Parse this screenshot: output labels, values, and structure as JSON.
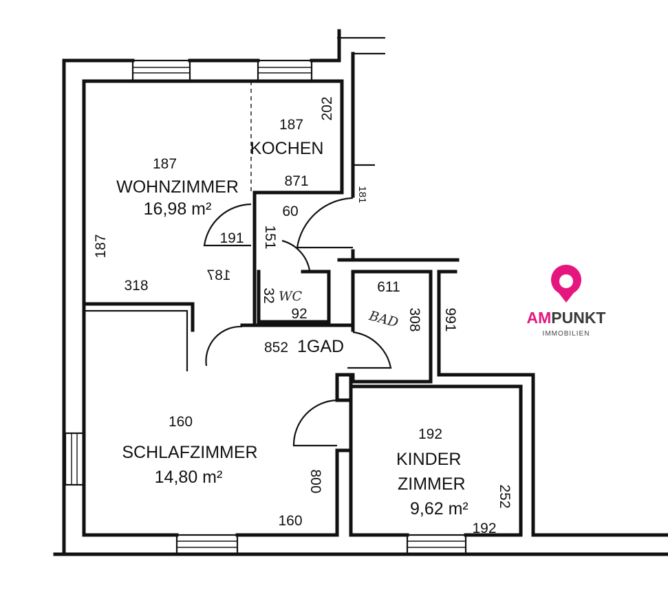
{
  "rooms": {
    "wohnzimmer": {
      "name": "WOHNZIMMER",
      "area": "16,98 m²",
      "height": "187"
    },
    "kochen": {
      "name": "KOCHEN",
      "height": "187"
    },
    "schlafzimmer": {
      "name": "SCHLAFZIMMER",
      "area": "14,80 m²",
      "height": "160"
    },
    "kinderzimmer": {
      "name_line1": "KINDER",
      "name_line2": "ZIMMER",
      "area": "9,62 m²",
      "height": "192"
    },
    "wc": {
      "name": "WC"
    },
    "bad": {
      "name": "BAD"
    },
    "flur_mirrored": "1GAD"
  },
  "dimensions": {
    "kochen_vertical": "202",
    "kochen_width": "871",
    "flur_60": "60",
    "flur_191": "191",
    "flur_151": "151",
    "wohn_left": "187",
    "wohn_318": "318",
    "wohn_mirrored": "187",
    "wc_32": "32",
    "wc_92": "92",
    "flur_852": "852",
    "bad_611": "611",
    "bad_308": "308",
    "right_991": "991",
    "schlaf_800": "800",
    "schlaf_160": "160",
    "kinder_252": "252",
    "kinder_192": "192",
    "top_right_181": "181"
  },
  "logo": {
    "brand_accent": "AM",
    "brand_rest": "PUNKT",
    "sub": "IMMOBILIEN",
    "accent_color": "#e5177e"
  }
}
